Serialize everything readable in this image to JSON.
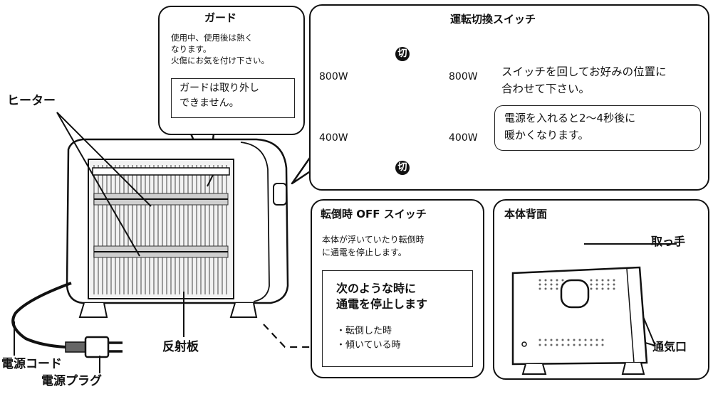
{
  "guard": {
    "title": "ガード",
    "desc_lines": [
      "使用中、使用後は熱く",
      "なります。",
      "火傷にお気を付け下さい。"
    ],
    "note_lines": [
      "ガードは取り外し",
      "できません。"
    ]
  },
  "switch_panel": {
    "title": "運転切換スイッチ",
    "off_label_top": "切",
    "off_label_bottom": "切",
    "left_top": "800W",
    "left_bottom": "400W",
    "right_top": "800W",
    "right_bottom": "400W",
    "instruction_lines": [
      "スイッチを回してお好みの位置に",
      "合わせて下さい。"
    ],
    "note_lines": [
      "電源を入れると2〜4秒後に",
      "暖かくなります。"
    ]
  },
  "tip_panel": {
    "title": "転倒時 OFF スイッチ",
    "desc_lines": [
      "本体が浮いていたり転倒時",
      "に通電を停止します。"
    ],
    "box_title_lines": [
      "次のような時に",
      "通電を停止します"
    ],
    "items": [
      "・転倒した時",
      "・傾いている時"
    ]
  },
  "back_panel": {
    "title": "本体背面",
    "handle_label": "取っ手",
    "vent_label": "通気口"
  },
  "labels": {
    "heater": "ヒーター",
    "reflector": "反射板",
    "power_cord": "電源コード",
    "power_plug": "電源プラグ"
  }
}
